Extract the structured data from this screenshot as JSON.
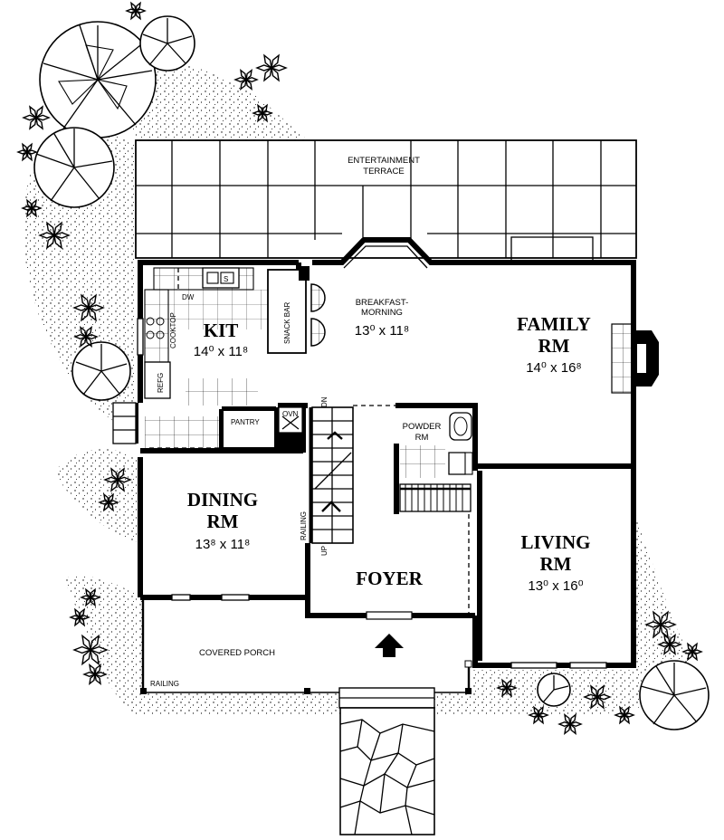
{
  "rooms": {
    "terrace": {
      "line1": "ENTERTAINMENT",
      "line2": "TERRACE"
    },
    "breakfast": {
      "line1": "BREAKFAST-",
      "line2": "MORNING",
      "size": "13⁰ x 11⁸"
    },
    "kitchen": {
      "name": "KIT",
      "size": "14⁰ x 11⁸"
    },
    "family": {
      "line1": "FAMILY",
      "line2": "RM",
      "size": "14⁰ x 16⁸"
    },
    "dining": {
      "line1": "DINING",
      "line2": "RM",
      "size": "13⁸ x 11⁸"
    },
    "living": {
      "line1": "LIVING",
      "line2": "RM",
      "size": "13⁰ x 16⁰"
    },
    "foyer": {
      "name": "FOYER"
    },
    "powder": {
      "line1": "POWDER",
      "line2": "RM"
    },
    "porch": {
      "name": "COVERED PORCH"
    },
    "pantry": {
      "name": "PANTRY"
    }
  },
  "fixtures": {
    "snack_bar": "SNACK BAR",
    "cooktop": "COOKTOP",
    "refrigerator": "REFG",
    "oven": "OVN",
    "dishwasher": "DW",
    "sink": "S",
    "stair_down": "DN",
    "stair_up": "UP",
    "railing_stair": "RAILING",
    "railing_porch": "RAILING"
  }
}
